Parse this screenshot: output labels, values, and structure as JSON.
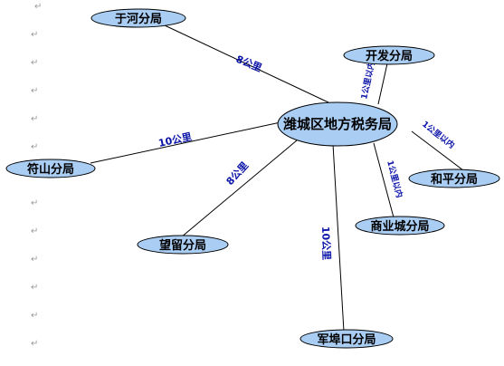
{
  "paragraph_mark": "↵",
  "center": {
    "label": "潍城区地方税务局"
  },
  "nodes": [
    {
      "id": "yuhe",
      "label": "于河分局"
    },
    {
      "id": "kaifa",
      "label": "开发分局"
    },
    {
      "id": "heping",
      "label": "和平分局"
    },
    {
      "id": "shangye",
      "label": "商业城分局"
    },
    {
      "id": "junbukou",
      "label": "军埠口分局"
    },
    {
      "id": "wangliu",
      "label": "望留分局"
    },
    {
      "id": "fushan",
      "label": "符山分局"
    }
  ],
  "edges": [
    {
      "to": "yuhe",
      "label": "8公里"
    },
    {
      "to": "kaifa",
      "label": "1公里以内"
    },
    {
      "to": "heping",
      "label": "1公里以内"
    },
    {
      "to": "shangye",
      "label": "1公里以内"
    },
    {
      "to": "junbukou",
      "label": "10公里"
    },
    {
      "to": "wangliu",
      "label": "8公里"
    },
    {
      "to": "fushan",
      "label": "10公里"
    }
  ]
}
